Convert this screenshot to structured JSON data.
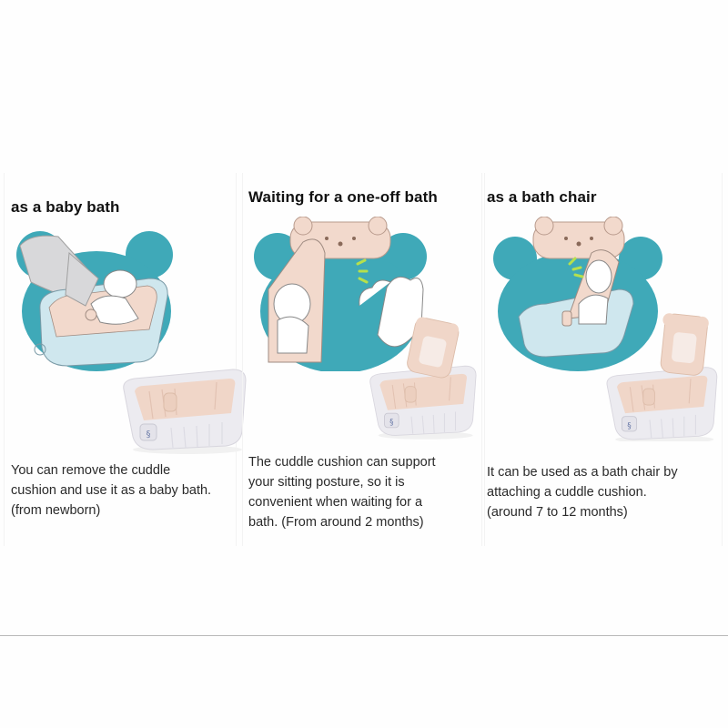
{
  "colors": {
    "teal": "#3fa9b8",
    "bear_pink": "#f2d9cc",
    "cushion_pink": "#f0d6c8",
    "tub_white": "#ecebf0",
    "line": "#8a8a8a"
  },
  "panels": [
    {
      "title": "as a baby bath",
      "description_lines": [
        "You can remove the cuddle",
        "cushion and use it as a baby bath.",
        "(from newborn)"
      ],
      "illustration": "parent-bathing-newborn-illustration",
      "product": "inflatable-tub-without-cushion"
    },
    {
      "title": "Waiting for a one-off bath",
      "description_lines": [
        "The cuddle cushion can support",
        "your sitting posture, so it is",
        "convenient when waiting for a",
        "bath. (From around 2 months)"
      ],
      "illustration": "baby-reclining-while-parent-showers-illustration",
      "product": "inflatable-tub-with-reclined-cushion"
    },
    {
      "title": "as a bath chair",
      "description_lines": [
        "It can be used as a bath chair by",
        "attaching a cuddle cushion.",
        "(around 7 to 12 months)"
      ],
      "illustration": "baby-seated-in-bath-chair-illustration",
      "product": "inflatable-tub-with-upright-cushion"
    }
  ]
}
